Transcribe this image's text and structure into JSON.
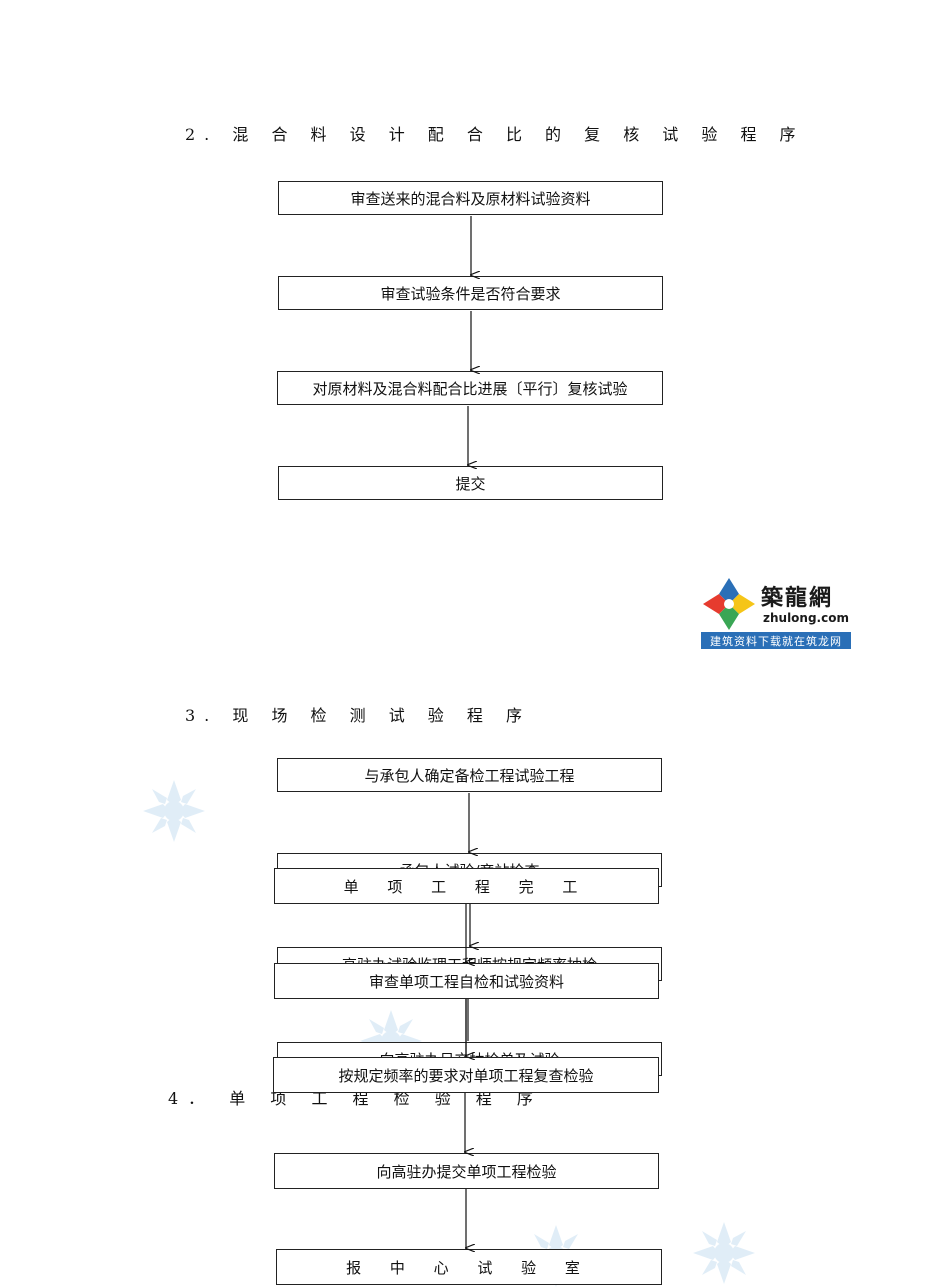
{
  "section2": {
    "heading": "2.  混 合 料 设 计 配 合 比 的 复 核 试 验 程 序",
    "steps": [
      "审查送来的混合料及原材料试验资料",
      "审查试验条件是否符合要求",
      "对原材料及混合料配合比进展〔平行〕复核试验",
      "提交"
    ]
  },
  "section3": {
    "heading": "3.  现 场 检 测 试 验 程 序",
    "steps": [
      "与承包人确定备检工程试验工程",
      "承包人试验/旁站检查",
      "高驻办试验监理工程师按规定频率抽检",
      "向高驻办呈交抽检单及试验"
    ]
  },
  "section4": {
    "heading": "4．     单 项 工 程 检 验 程 序",
    "steps": [
      "单 项 工 程 完 工",
      "审查单项工程自检和试验资料",
      "按规定频率的要求对单项工程复查检验",
      "向高驻办提交单项工程检验",
      "报 中 心 试 验 室"
    ]
  },
  "logo": {
    "name_cn": "築龍網",
    "domain": "zhulong.com",
    "slogan": "建筑资料下载就在筑龙网",
    "colors": [
      "#e63b2e",
      "#2a6fb7",
      "#f5c518",
      "#3aa655"
    ]
  }
}
